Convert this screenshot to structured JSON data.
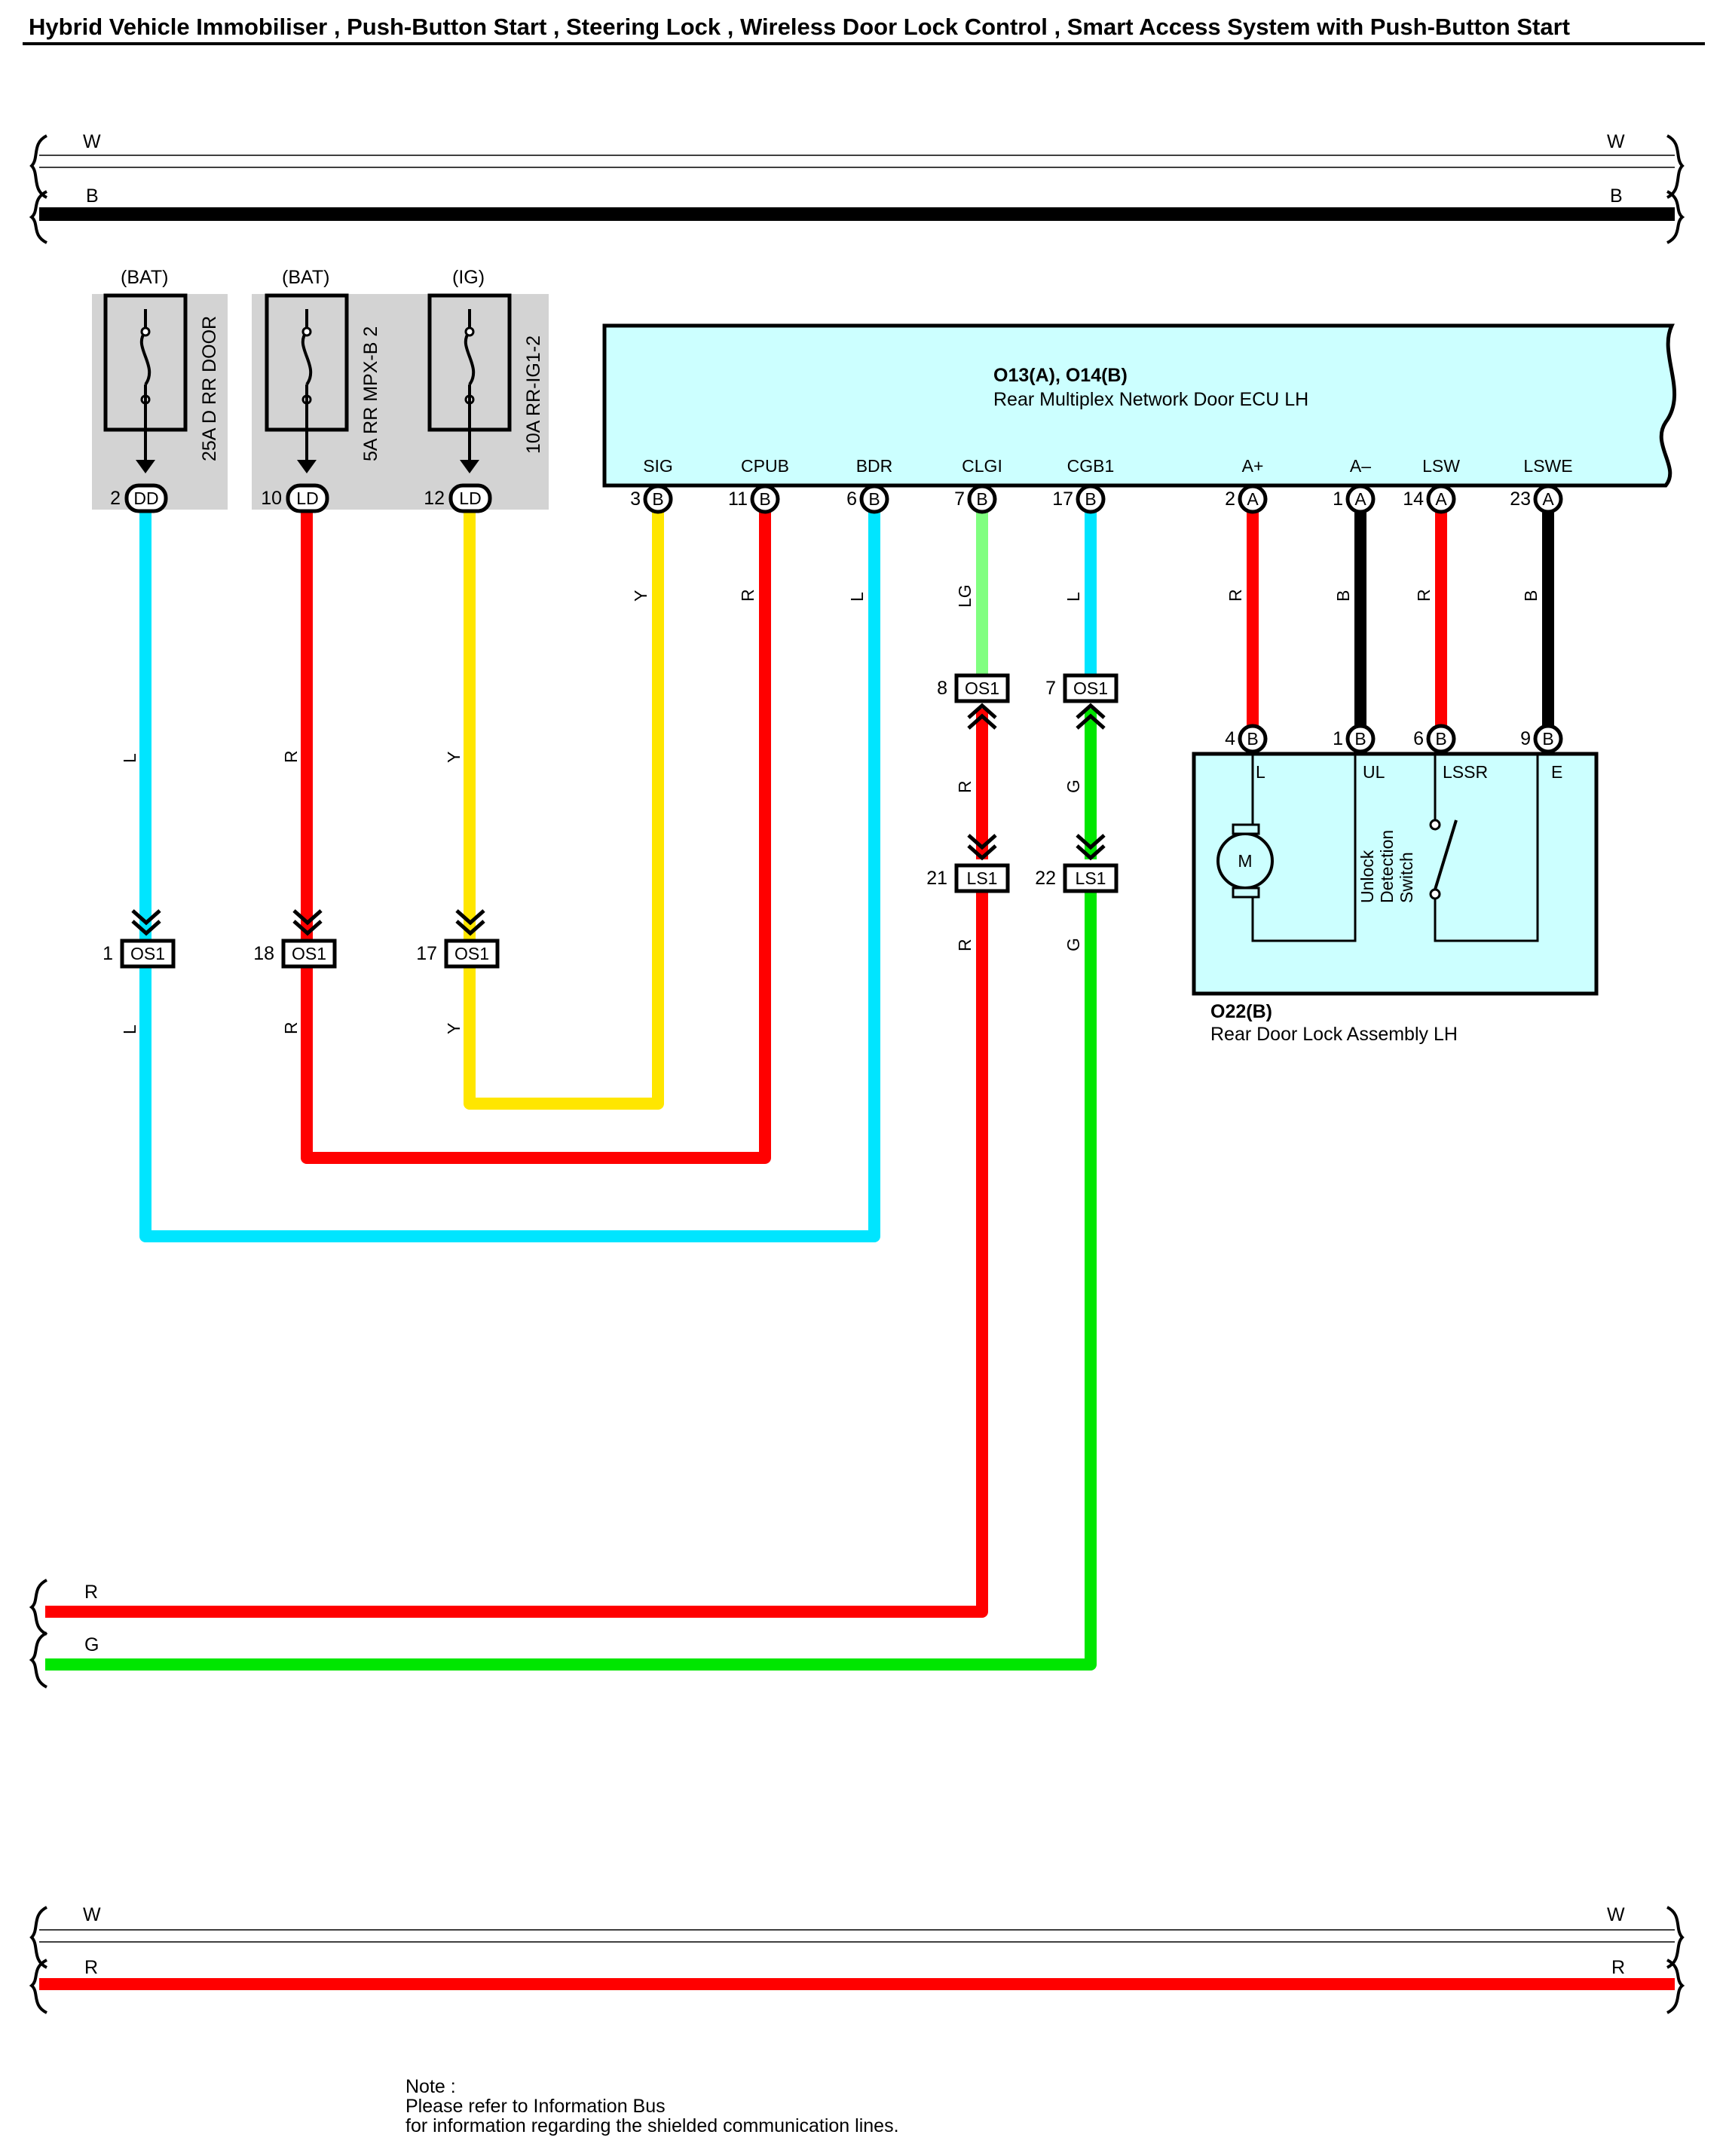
{
  "title": "Hybrid Vehicle Immobiliser , Push-Button Start , Steering Lock , Wireless Door Lock Control , Smart Access System with Push-Button Start",
  "buses": [
    {
      "code": "W",
      "color": "#ffffff"
    },
    {
      "code": "B",
      "color": "#000000"
    },
    {
      "code": "R",
      "color": "#ff0000"
    },
    {
      "code": "G",
      "color": "#00e600"
    }
  ],
  "fuses": [
    {
      "source": "(BAT)",
      "name": "25A D RR DOOR",
      "pin": "2",
      "connector": "DD",
      "wire_color": "L",
      "junction_pin": "1",
      "junction": "OS1"
    },
    {
      "source": "(BAT)",
      "name": "5A RR MPX-B 2",
      "pin": "10",
      "connector": "LD",
      "wire_color": "R",
      "junction_pin": "18",
      "junction": "OS1"
    },
    {
      "source": "(IG)",
      "name": "10A RR-IG1-2",
      "pin": "12",
      "connector": "LD",
      "wire_color": "Y",
      "junction_pin": "17",
      "junction": "OS1"
    }
  ],
  "ecu": {
    "code": "O13(A), O14(B)",
    "name": "Rear Multiplex Network Door ECU LH",
    "terminals": [
      {
        "name": "SIG",
        "pin": "3",
        "conn": "B",
        "wire": "Y"
      },
      {
        "name": "CPUB",
        "pin": "11",
        "conn": "B",
        "wire": "R"
      },
      {
        "name": "BDR",
        "pin": "6",
        "conn": "B",
        "wire": "L"
      },
      {
        "name": "CLGI",
        "pin": "7",
        "conn": "B",
        "wire": "LG"
      },
      {
        "name": "CGB1",
        "pin": "17",
        "conn": "B",
        "wire": "L"
      },
      {
        "name": "A+",
        "pin": "2",
        "conn": "A",
        "wire": "R"
      },
      {
        "name": "A–",
        "pin": "1",
        "conn": "A",
        "wire": "B"
      },
      {
        "name": "LSW",
        "pin": "14",
        "conn": "A",
        "wire": "R"
      },
      {
        "name": "LSWE",
        "pin": "23",
        "conn": "A",
        "wire": "B"
      }
    ]
  },
  "junctions": {
    "clgi_upper": {
      "pin": "8",
      "name": "OS1"
    },
    "cgb1_upper": {
      "pin": "7",
      "name": "OS1"
    },
    "clgi_lower": {
      "pin": "21",
      "name": "LS1"
    },
    "cgb1_lower": {
      "pin": "22",
      "name": "LS1"
    },
    "clgi_mid_wire": "R",
    "clgi_low_wire": "R",
    "cgb1_mid_wire": "G",
    "cgb1_low_wire": "G"
  },
  "lock_assembly": {
    "code": "O22(B)",
    "name": "Rear Door Lock Assembly LH",
    "terminals": [
      {
        "name": "L",
        "pin": "4",
        "conn": "B"
      },
      {
        "name": "UL",
        "pin": "1",
        "conn": "B"
      },
      {
        "name": "LSSR",
        "pin": "6",
        "conn": "B"
      },
      {
        "name": "E",
        "pin": "9",
        "conn": "B"
      }
    ],
    "motor": "M",
    "switch_label": [
      "Unlock",
      "Detection",
      "Switch"
    ]
  },
  "note": {
    "heading": "Note :",
    "line1": "Please refer to Information Bus",
    "line2": "for information regarding the shielded communication lines."
  },
  "colors": {
    "L": "#00e5ff",
    "R": "#ff0000",
    "Y": "#ffe600",
    "LG": "#80ff80",
    "G": "#00e600",
    "B": "#000000",
    "ecu_fill": "#ccffff",
    "fuse_bg": "#d3d3d3"
  }
}
